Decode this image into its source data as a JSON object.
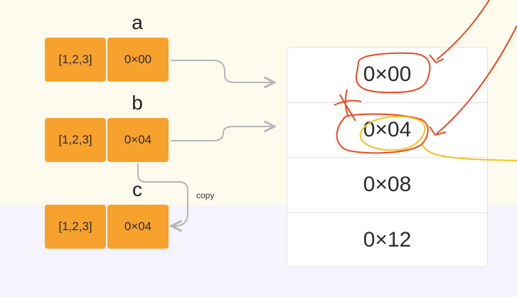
{
  "variables": [
    {
      "name": "a",
      "value": "[1,2,3]",
      "address": "0×00"
    },
    {
      "name": "b",
      "value": "[1,2,3]",
      "address": "0×04"
    },
    {
      "name": "c",
      "value": "[1,2,3]",
      "address": "0×04"
    }
  ],
  "memory": [
    "0×00",
    "0×04",
    "0×08",
    "0×12"
  ],
  "copy_label": "copy",
  "colors": {
    "cell": "#f7a22c",
    "arrow": "#b5b5b5",
    "annotation_red": "#e84a20",
    "annotation_yellow": "#f5c21a",
    "top_background": "#fdfbee",
    "bottom_background": "#f5f3fb"
  }
}
